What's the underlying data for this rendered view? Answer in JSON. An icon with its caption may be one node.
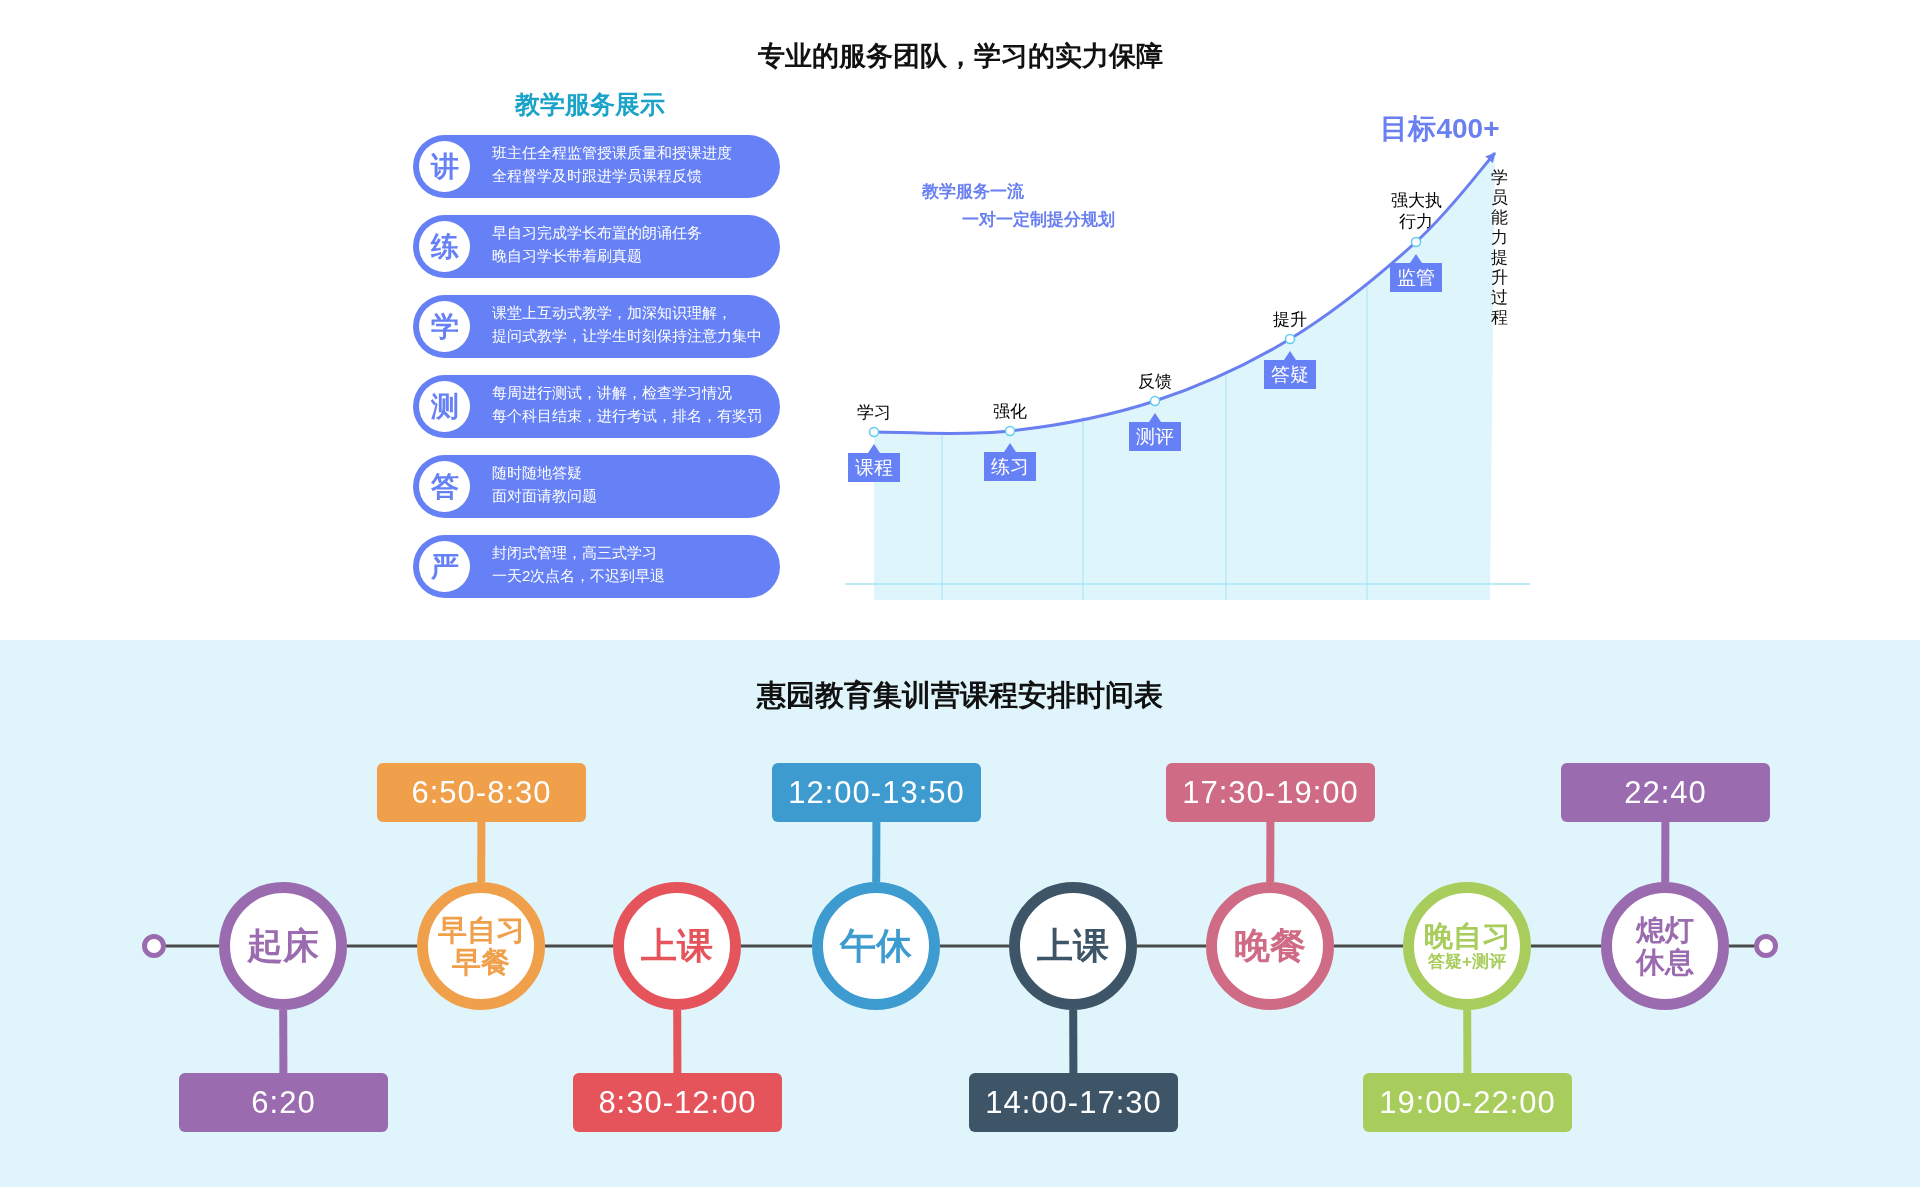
{
  "diagram": {
    "title": "专业的服务团队，学习的实力保障",
    "nodes": [
      {
        "text": [
          "讲",
          "班主任全程监管授课质量和授课进度",
          "全程督学及时跟进学员课程反馈"
        ]
      },
      {
        "text": [
          "练",
          "早自习完成学长布置的朗诵任务",
          "晚自习学长带着刷真题"
        ]
      },
      {
        "text": [
          "学",
          "课堂上互动式教学，加深知识理解，",
          "提问式教学，让学生时刻保持注意力集中"
        ]
      },
      {
        "text": [
          "测",
          "每周进行测试，讲解，检查学习情况",
          "每个科目结束，进行考试，排名，有奖罚"
        ]
      },
      {
        "text": [
          "答",
          "随时随地答疑",
          "面对面请教问题"
        ]
      },
      {
        "text": [
          "严",
          "封闭式管理，高三式学习",
          "一天2次点名，不迟到早退"
        ]
      },
      {
        "text": [
          "课程"
        ],
        "beside": [
          "学习"
        ]
      },
      {
        "text": [
          "练习"
        ],
        "beside": [
          "强化"
        ]
      },
      {
        "text": [
          "测评"
        ],
        "beside": [
          "反馈"
        ]
      },
      {
        "text": [
          "答疑"
        ],
        "beside": [
          "提升"
        ]
      },
      {
        "text": [
          "监管"
        ],
        "beside": [
          "强大执行力"
        ]
      },
      {
        "text": [
          "惠园教育集训营课程安排时间表"
        ]
      },
      {
        "text": [],
        "shape": "circle",
        "in": 11
      },
      {
        "text": [
          "起床"
        ],
        "in": 11
      },
      {
        "text": [
          "早自习早餐"
        ],
        "in": 11
      },
      {
        "text": [
          "上课"
        ],
        "in": 11
      },
      {
        "text": [
          "午休"
        ],
        "in": 11
      },
      {
        "text": [
          "上课"
        ],
        "in": 11
      },
      {
        "text": [
          "晚餐"
        ],
        "in": 11
      },
      {
        "text": [
          "晚自习",
          "答疑+测评"
        ],
        "in": 11
      },
      {
        "text": [
          "熄灯休息"
        ],
        "in": 11
      },
      {
        "text": [],
        "shape": "circle",
        "in": 11
      },
      {
        "text": [
          "6:20"
        ],
        "in": 11
      },
      {
        "text": [
          "6:50-8:30"
        ],
        "in": 11
      },
      {
        "text": [
          "8:30-12:00"
        ],
        "in": 11
      },
      {
        "text": [
          "12:00-13:50"
        ],
        "in": 11
      },
      {
        "text": [
          "14:00-17:30"
        ],
        "in": 11
      },
      {
        "text": [
          "17:30-19:00"
        ],
        "in": 11
      },
      {
        "text": [
          "19:00-22:00"
        ],
        "in": 11
      },
      {
        "text": [
          "22:40"
        ],
        "in": 11
      }
    ],
    "edges": [
      {
        "from": 12,
        "to": 13,
        "arrow": "none"
      },
      {
        "from": 13,
        "to": 14,
        "arrow": "none"
      },
      {
        "from": 14,
        "to": 15,
        "arrow": "none"
      },
      {
        "from": 15,
        "to": 16,
        "arrow": "none"
      },
      {
        "from": 16,
        "to": 17,
        "arrow": "none"
      },
      {
        "from": 17,
        "to": 18,
        "arrow": "none"
      },
      {
        "from": 18,
        "to": 19,
        "arrow": "none"
      },
      {
        "from": 19,
        "to": 20,
        "arrow": "none"
      },
      {
        "from": 20,
        "to": 21,
        "arrow": "none"
      },
      {
        "from": 13,
        "to": 22,
        "arrow": "none",
        "style": "thick",
        "color": "#9b6bb0"
      },
      {
        "from": 14,
        "to": 23,
        "arrow": "none",
        "style": "thick",
        "color": "#f0a04b"
      },
      {
        "from": 15,
        "to": 24,
        "arrow": "none",
        "style": "thick",
        "color": "#e5535b"
      },
      {
        "from": 16,
        "to": 25,
        "arrow": "none",
        "style": "thick",
        "color": "#3d9bd0"
      },
      {
        "from": 17,
        "to": 26,
        "arrow": "none",
        "style": "thick",
        "color": "#3e5568"
      },
      {
        "from": 18,
        "to": 27,
        "arrow": "none",
        "style": "thick",
        "color": "#cf6b84"
      },
      {
        "from": 19,
        "to": 28,
        "arrow": "none",
        "style": "thick",
        "color": "#a8cd5c"
      },
      {
        "from": 20,
        "to": 29,
        "arrow": "none",
        "style": "thick",
        "color": "#9b6bb0"
      }
    ],
    "labels": [
      "教学服务展示",
      "目标400+",
      "教学服务一流",
      "一对一定制提分规划",
      "学员能力提升过程"
    ]
  }
}
